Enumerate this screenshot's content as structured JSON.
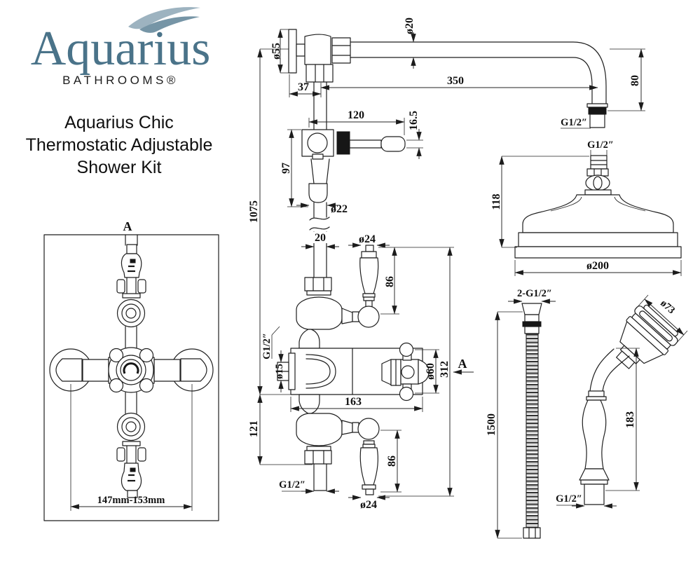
{
  "brand": {
    "name": "Aquarius",
    "tagline": "BATHROOMS®"
  },
  "title": {
    "line1": "Aquarius Chic",
    "line2": "Thermostatic Adjustable",
    "line3": "Shower Kit"
  },
  "front_view": {
    "section_label": "A",
    "valve_centres": "147mm-153mm"
  },
  "main_view": {
    "flange_dia": "ø55",
    "wall_offset": "37",
    "arm_pipe_dia": "ø20",
    "arm_length": "350",
    "arm_drop": "80",
    "arm_outlet_thread": "G1/2″",
    "diverter_lever_length": "120",
    "diverter_lever_thickness": "16.5",
    "diverter_height": "97",
    "adapter_dia": "ø22",
    "riser_pipe_width": "20",
    "riser_length": "1075",
    "top_handle_dia": "ø24",
    "top_handle_length": "86",
    "inlet_thread": "G1/2″",
    "inlet_bore_dia": "ø15",
    "valve_body_width": "163",
    "control_handle_dia": "ø60",
    "valve_overall_height": "312",
    "section_label": "A",
    "outlet_offset": "121",
    "bottom_handle_length": "86",
    "bottom_handle_dia": "ø24",
    "outlet_thread": "G1/2″"
  },
  "head_view": {
    "thread": "G1/2″",
    "height": "118",
    "dia": "ø200"
  },
  "hose_view": {
    "thread": "2-G1/2″",
    "length": "1500"
  },
  "handset_view": {
    "head_dia": "ø73",
    "length": "183",
    "thread": "G1/2″"
  }
}
